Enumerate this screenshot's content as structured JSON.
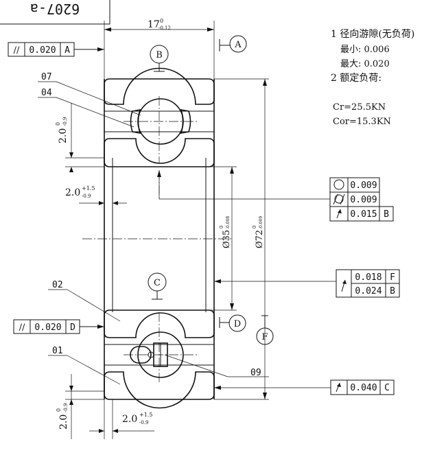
{
  "title_block": {
    "part_no": "6207-a"
  },
  "datums": {
    "A": "A",
    "B": "B",
    "C": "C",
    "D": "D",
    "F": "F"
  },
  "dims": {
    "width": "17",
    "width_tol_up": "0",
    "width_tol_low": "-0.12",
    "bore": "Ø35",
    "bore_tol_up": "0",
    "bore_tol_low": "-0.008",
    "od": "Ø72",
    "od_tol_up": "0",
    "od_tol_low": "-0.009",
    "chamfer_val": "2.0",
    "chamfer_up": "+1.5",
    "chamfer_low": "-0.9",
    "chamfer_up0": "0",
    "chamfer_low09": "-0.9"
  },
  "fcf": {
    "top_par_sym": "//",
    "top_par_val": "0.020",
    "top_par_ref": "A",
    "bot_par_sym": "//",
    "bot_par_val": "0.020",
    "bot_par_ref": "D",
    "circ_val": "0.009",
    "cyl_val": "0.009",
    "runout_val": "0.015",
    "runout_ref": "B",
    "run2_val1": "0.018",
    "run2_ref1": "F",
    "run2_val2": "0.024",
    "run2_ref2": "B",
    "run3_val": "0.040",
    "run3_ref": "C"
  },
  "parts": {
    "p07": "07",
    "p04": "04",
    "p02": "02",
    "p01": "01",
    "p09": "09"
  },
  "notes": {
    "n1": "1 径向游隙(无负荷)",
    "n1a": "最小: 0.006",
    "n1b": "最大: 0.020",
    "n2": "2 额定负荷:",
    "cr": "Cr=25.5KN",
    "cor": "Cor=15.3KN"
  }
}
